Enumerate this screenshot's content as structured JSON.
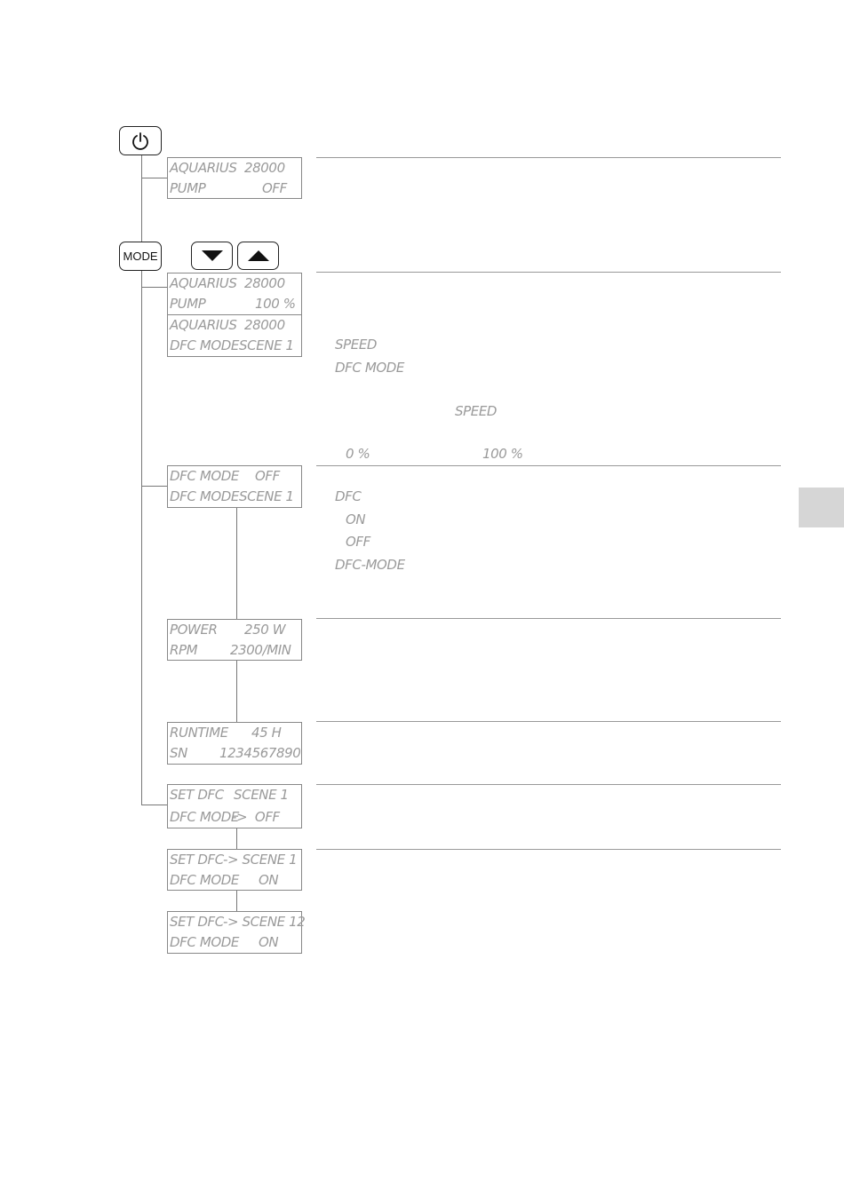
{
  "buttons": {
    "power_icon": "power-icon",
    "mode_label": "MODE",
    "down_icon": "down-arrow-icon",
    "up_icon": "up-arrow-icon"
  },
  "displays": [
    {
      "line1": {
        "left": "AQUARIUS",
        "right": "28000"
      },
      "line2": {
        "left": "PUMP",
        "right": "OFF"
      }
    },
    {
      "line1": {
        "left": "AQUARIUS",
        "right": "28000"
      },
      "line2": {
        "left": "PUMP",
        "right": "100 %"
      }
    },
    {
      "line1": {
        "left": "AQUARIUS",
        "right": "28000"
      },
      "line2": {
        "left": "DFC MODE",
        "right": "SCENE 1"
      }
    },
    {
      "line1": {
        "left": "DFC MODE",
        "right": "OFF"
      },
      "line2": {
        "left": "DFC MODE",
        "right": "SCENE 1"
      }
    },
    {
      "line1": {
        "left": "POWER",
        "right": "250 W"
      },
      "line2": {
        "left": "RPM",
        "right": "2300/MIN"
      }
    },
    {
      "line1": {
        "left": "RUNTIME",
        "right": "45 H"
      },
      "line2": {
        "left": "SN",
        "right": "1234567890"
      }
    },
    {
      "line1": {
        "left": "SET DFC",
        "right": "SCENE 1"
      },
      "line2": {
        "left": "DFC MODE",
        "right": "->  OFF"
      }
    },
    {
      "line1": {
        "left": "SET DFC",
        "right": "-> SCENE 1"
      },
      "line2": {
        "left": "DFC MODE",
        "right": "ON"
      }
    },
    {
      "line1": {
        "left": "SET DFC",
        "right": "-> SCENE 12"
      },
      "line2": {
        "left": "DFC MODE",
        "right": "ON"
      }
    }
  ],
  "notes": {
    "speed": "SPEED",
    "dfc_mode": "DFC MODE",
    "speed_inline": "SPEED",
    "range_min": "0 %",
    "range_max": "100 %",
    "dfc": "DFC",
    "on": "ON",
    "off": "OFF",
    "dfc_mode_dash": "DFC-MODE"
  }
}
